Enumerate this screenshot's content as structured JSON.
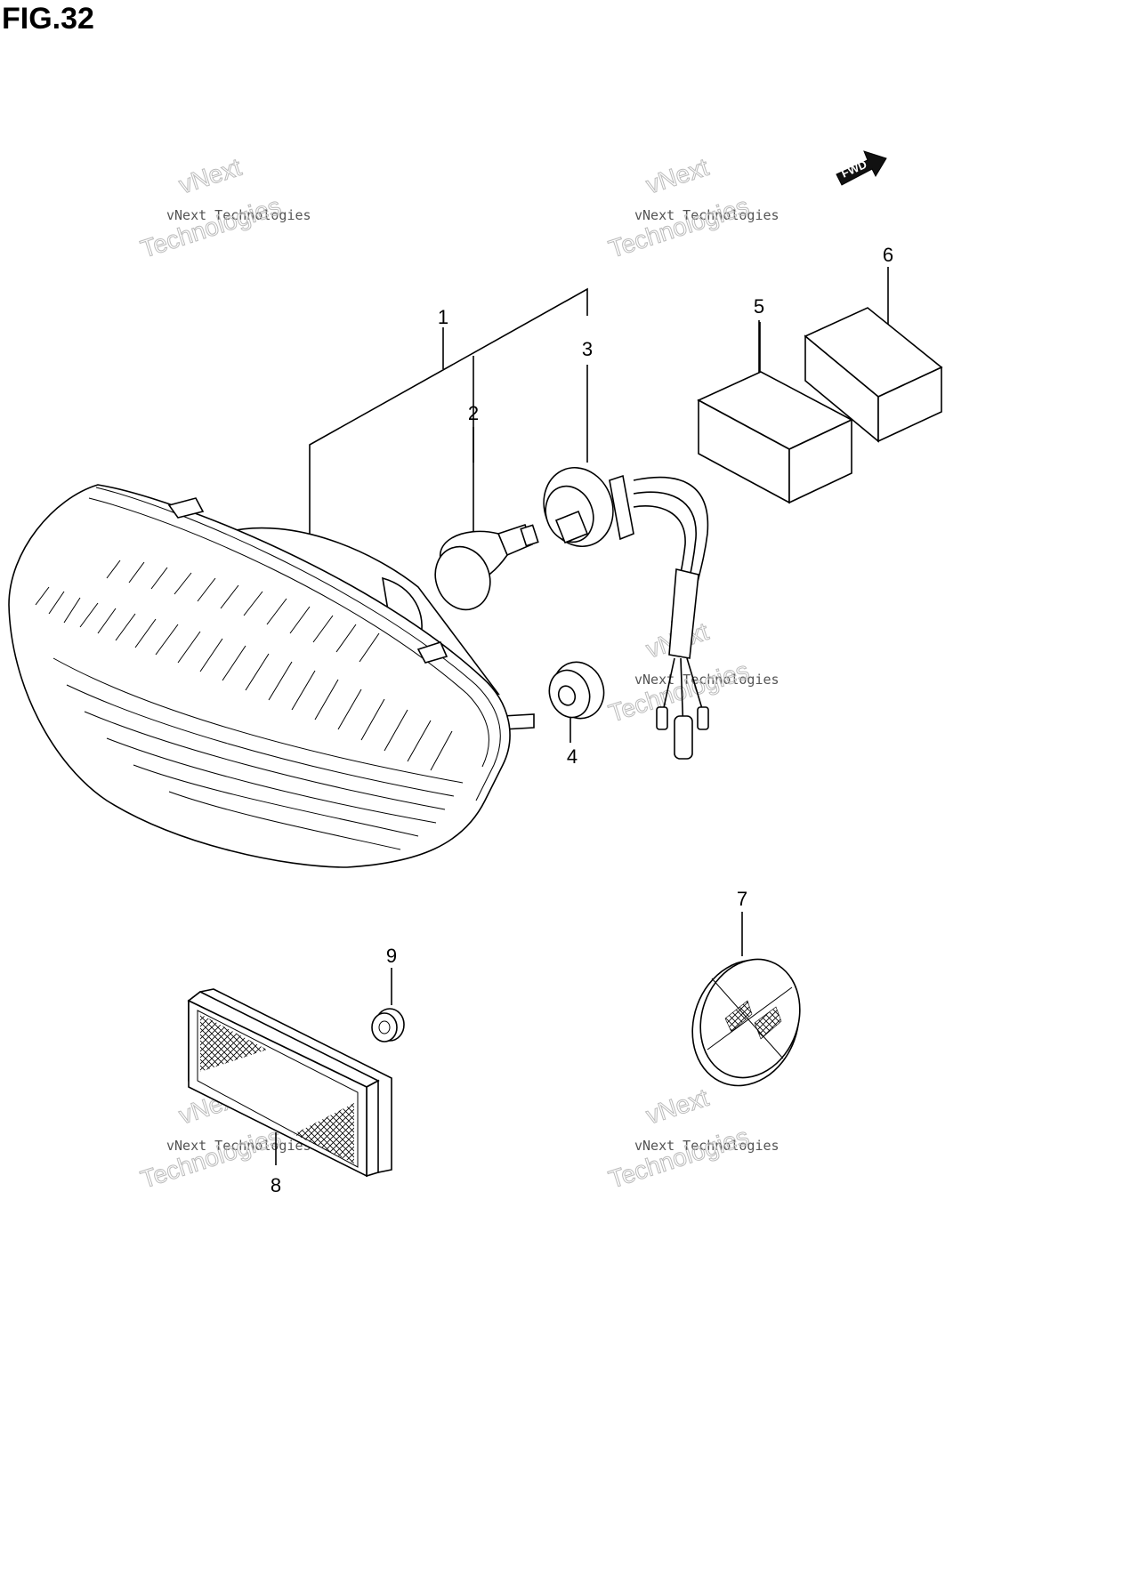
{
  "figure": {
    "title": "FIG.32"
  },
  "direction_indicator": {
    "label": "FWD"
  },
  "callouts": [
    "1",
    "2",
    "3",
    "4",
    "5",
    "6",
    "7",
    "8",
    "9"
  ],
  "watermark": {
    "line1": "vNext Technologies",
    "line2": "vNext",
    "line3": "Technologies"
  }
}
